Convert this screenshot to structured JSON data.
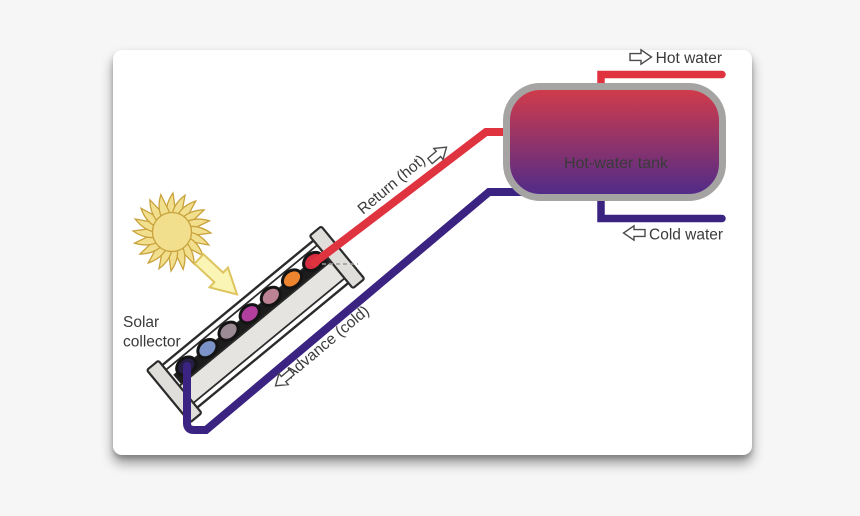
{
  "scene": {
    "background": "#f6f6f6",
    "card_fill": "#ffffff",
    "text_color": "#3a3a3a"
  },
  "sun": {
    "icon": "sun-icon",
    "fill": "#f2df8d",
    "stroke": "#c8a23c"
  },
  "sunlight_arrow": {
    "icon": "sunlight-arrow-icon",
    "fill": "#fbf5b5",
    "stroke": "#ddc45f"
  },
  "collector": {
    "label_line1": "Solar",
    "label_line2": "collector",
    "outline": "#2b2b2b",
    "body_fill": "#ffffff",
    "insulation_fill": "#e6e4e1",
    "flange_fill": "#e0dedb",
    "absorber_fill": "#1c1c1c",
    "tube_outline": "#141414",
    "tube_colors": [
      "#271e44",
      "#7b93c8",
      "#9c8b94",
      "#b23f9e",
      "#bb8394",
      "#ec8430",
      "#d52c3f"
    ],
    "dash_color": "#9a9a9a"
  },
  "pipes": {
    "return": {
      "label": "Return (hot)",
      "color": "#e03340",
      "arrow_icon": "up-right-arrow-icon"
    },
    "advance": {
      "label": "Advance (cold)",
      "color": "#3b2382",
      "arrow_icon": "down-left-arrow-icon"
    }
  },
  "tank": {
    "label": "Hot-water tank",
    "label_color": "#ffffff",
    "border": "#a6a3a3",
    "gradient_top": "#d43c49",
    "gradient_bottom": "#4d2b8a"
  },
  "outlets": {
    "hot": {
      "label": "Hot water",
      "pipe_color": "#e03340",
      "arrow_icon": "right-arrow-icon"
    },
    "cold": {
      "label": "Cold water",
      "pipe_color": "#3b2382",
      "arrow_icon": "left-arrow-icon"
    }
  }
}
